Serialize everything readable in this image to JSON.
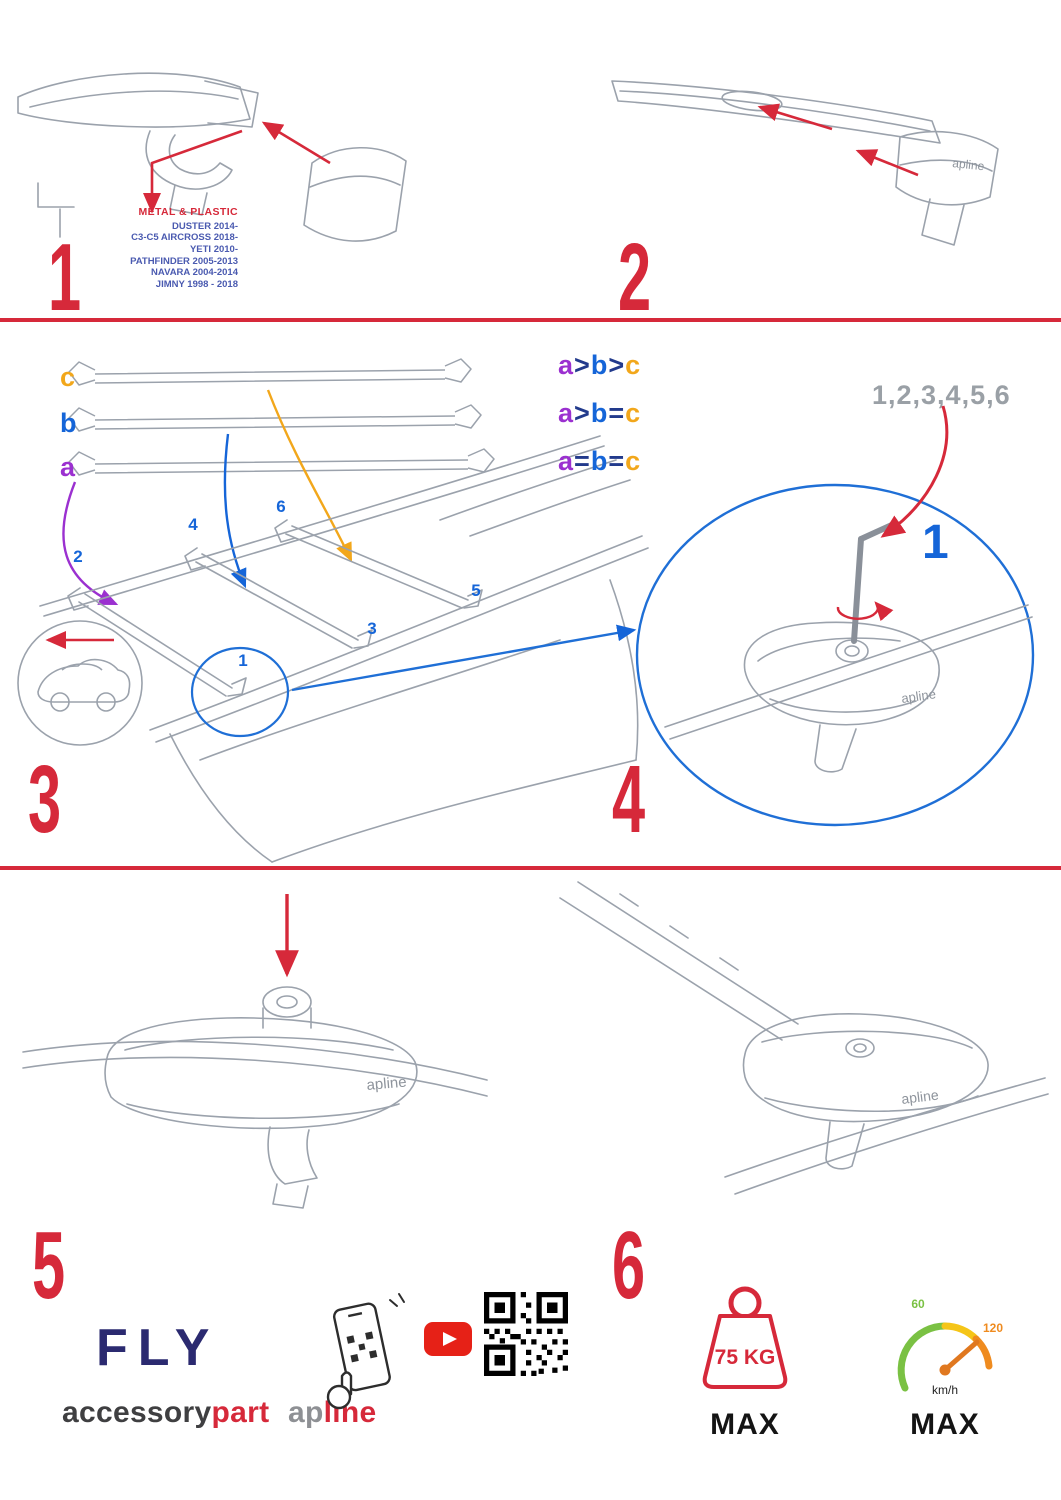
{
  "brand": {
    "model": "FLY",
    "word1_dark": "accessory",
    "word1_red": "part",
    "word2_gray": "ap",
    "word2_red": "line",
    "small_logo": "apline"
  },
  "step1": {
    "number": "1",
    "material": "METAL & PLASTIC",
    "vehicles": [
      "DUSTER 2014-",
      "C3-C5 AIRCROSS 2018-",
      "YETI 2010-",
      "PATHFINDER 2005-2013",
      "NAVARA 2004-2014",
      "JIMNY 1998 - 2018"
    ]
  },
  "step2": {
    "number": "2"
  },
  "step3": {
    "number": "3",
    "bar_labels": {
      "c": "c",
      "b": "b",
      "a": "a"
    },
    "rules": [
      {
        "l1": "a",
        "o1": ">",
        "l2": "b",
        "o2": ">",
        "l3": "c"
      },
      {
        "l1": "a",
        "o1": ">",
        "l2": "b",
        "o2": "=",
        "l3": "c"
      },
      {
        "l1": "a",
        "o1": "=",
        "l2": "b",
        "o2": "=",
        "l3": "c"
      }
    ],
    "positions": {
      "p1": "1",
      "p2": "2",
      "p3": "3",
      "p4": "4",
      "p5": "5",
      "p6": "6"
    }
  },
  "step4": {
    "number": "4",
    "sequence": "1,2,3,4,5,6",
    "first": "1"
  },
  "step5": {
    "number": "5"
  },
  "step6": {
    "number": "6"
  },
  "limits": {
    "weight": "75 KG",
    "weight_max": "MAX",
    "speed_60": "60",
    "speed_120": "120",
    "speed_unit": "km/h",
    "speed_max": "MAX"
  }
}
